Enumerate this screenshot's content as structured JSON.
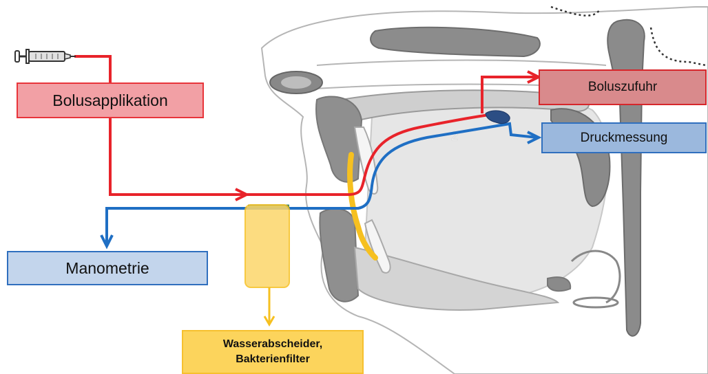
{
  "labels": {
    "bolus_application": "Bolusapplikation",
    "bolus_supply": "Boluszufuhr",
    "pressure_measurement": "Druckmessung",
    "manometry": "Manometrie",
    "water_separator_line1": "Wasserabscheider,",
    "water_separator_line2": "Bakterienfilter"
  },
  "colors": {
    "bolus_line": "#e8232a",
    "manometry_line": "#1f6fc4",
    "filter_line": "#f6c020",
    "anatomy_light": "#dcdcdc",
    "anatomy_dark": "#8a8a8a"
  },
  "icons": {
    "syringe": "syringe-icon"
  }
}
